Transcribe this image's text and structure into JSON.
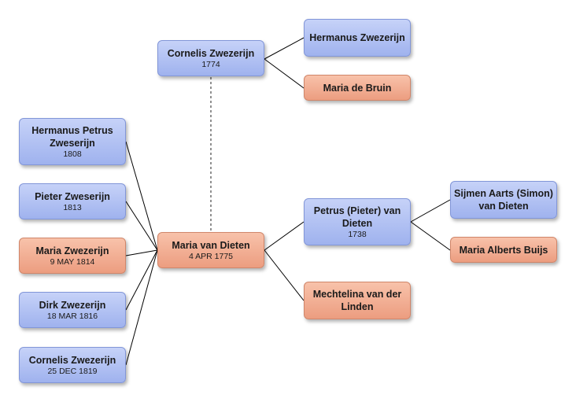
{
  "colors": {
    "male": "#a7b8ef",
    "female": "#ef9f83",
    "line": "#000000"
  },
  "people": {
    "cornelis_father": {
      "name": "Cornelis Zwezerijn",
      "date": "1774",
      "gender": "male"
    },
    "hermanus": {
      "name": "Hermanus Zwezerijn",
      "date": "",
      "gender": "male"
    },
    "maria_bruin": {
      "name": "Maria de Bruin",
      "date": "",
      "gender": "female"
    },
    "hermanus_petrus": {
      "name": "Hermanus Petrus Zweserijn",
      "date": "1808",
      "gender": "male"
    },
    "pieter": {
      "name": "Pieter Zweserijn",
      "date": "1813",
      "gender": "male"
    },
    "maria_z": {
      "name": "Maria Zwezerijn",
      "date": "9 MAY 1814",
      "gender": "female"
    },
    "dirk": {
      "name": "Dirk Zwezerijn",
      "date": "18 MAR 1816",
      "gender": "male"
    },
    "cornelis_son": {
      "name": "Cornelis Zwezerijn",
      "date": "25 DEC 1819",
      "gender": "male"
    },
    "maria_dieten": {
      "name": "Maria van Dieten",
      "date": "4 APR 1775",
      "gender": "female"
    },
    "petrus": {
      "name": "Petrus (Pieter) van Dieten",
      "date": "1738",
      "gender": "male"
    },
    "mechtelina": {
      "name": "Mechtelina van der Linden",
      "date": "",
      "gender": "female"
    },
    "sijmen": {
      "name": "Sijmen Aarts (Simon) van Dieten",
      "date": "",
      "gender": "male"
    },
    "maria_buijs": {
      "name": "Maria Alberts Buijs",
      "date": "",
      "gender": "female"
    }
  }
}
